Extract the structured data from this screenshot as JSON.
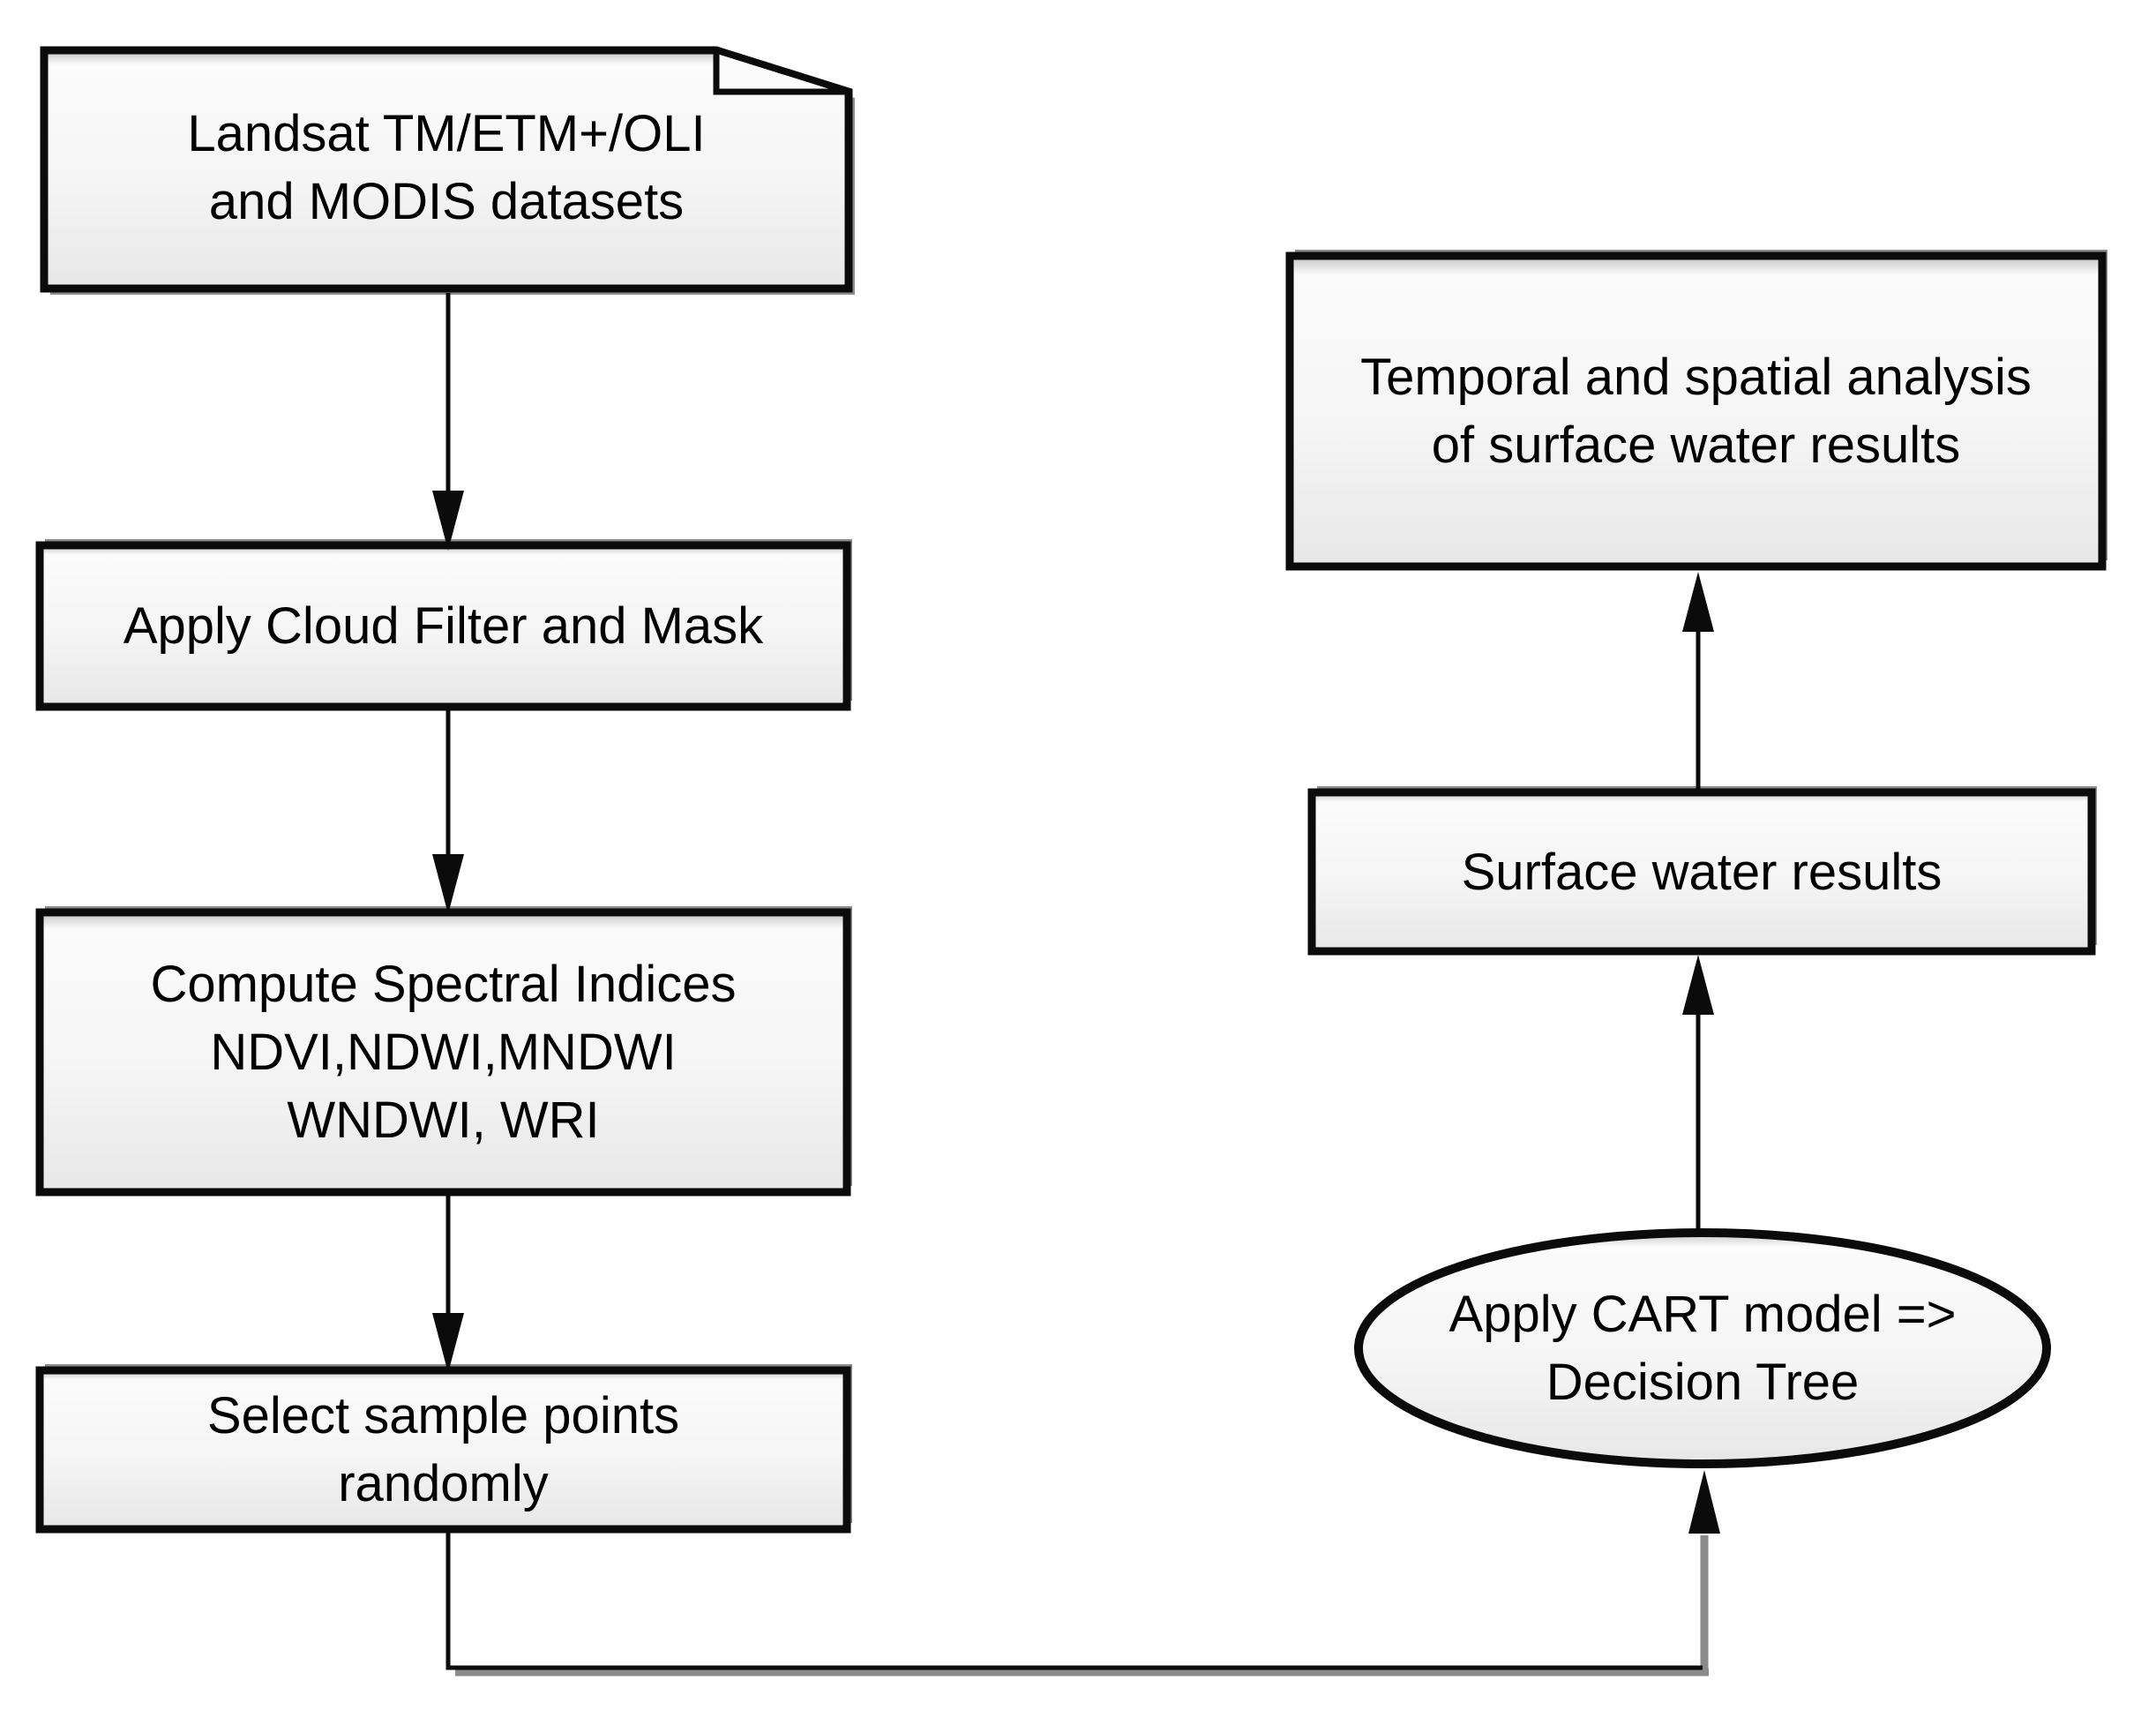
{
  "nodes": {
    "datasets": {
      "shape": "document",
      "lines": [
        "Landsat TM/ETM+/OLI",
        "and MODIS datasets"
      ]
    },
    "cloud_filter": {
      "shape": "process",
      "lines": [
        "Apply Cloud Filter and Mask"
      ]
    },
    "spectral_indices": {
      "shape": "process",
      "lines": [
        "Compute Spectral Indices",
        "NDVI,NDWI,MNDWI",
        "WNDWI, WRI"
      ]
    },
    "sample_points": {
      "shape": "process",
      "lines": [
        "Select sample points",
        "randomly"
      ]
    },
    "cart_model": {
      "shape": "ellipse",
      "lines": [
        "Apply CART model =>",
        "Decision Tree"
      ]
    },
    "surface_results": {
      "shape": "process",
      "lines": [
        "Surface water results"
      ]
    },
    "temporal_analysis": {
      "shape": "process",
      "lines": [
        "Temporal and spatial analysis",
        "of surface water results"
      ]
    }
  },
  "edges": [
    {
      "from": "datasets",
      "to": "cloud_filter",
      "direction": "down"
    },
    {
      "from": "cloud_filter",
      "to": "spectral_indices",
      "direction": "down"
    },
    {
      "from": "spectral_indices",
      "to": "sample_points",
      "direction": "down"
    },
    {
      "from": "sample_points",
      "to": "cart_model",
      "direction": "down-right-up"
    },
    {
      "from": "cart_model",
      "to": "surface_results",
      "direction": "up"
    },
    {
      "from": "surface_results",
      "to": "temporal_analysis",
      "direction": "up"
    }
  ],
  "colors": {
    "ink": "#0b0b0b",
    "text": "#000000",
    "shadow": "#8e8e8e",
    "connector_gray": "#8a8a8a",
    "fill_edge": "#c4c4c4",
    "fill_light": "#fbfbfb",
    "fill_mid": "#f5f5f5",
    "fill_dark": "#e7e7e7",
    "background": "#ffffff"
  }
}
